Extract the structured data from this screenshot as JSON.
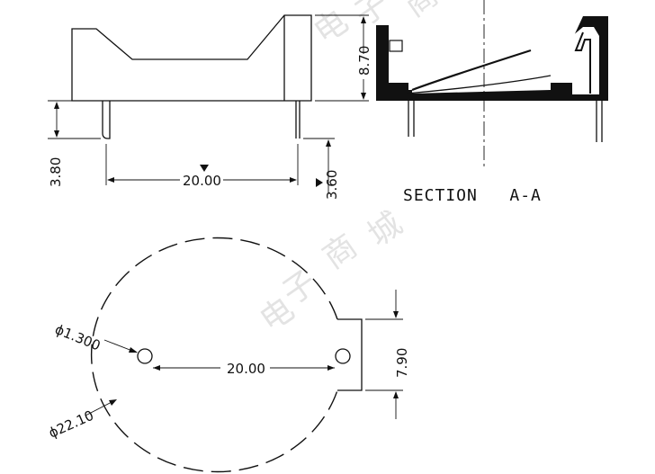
{
  "side_view": {
    "dim_pin_length": "3.80",
    "dim_pitch": "20.00",
    "dim_right_pin": "3.60",
    "dim_height": "8.70"
  },
  "section": {
    "label": "SECTION   A-A"
  },
  "footprint": {
    "dim_hole": "ϕ1.300",
    "dim_pitch": "20.00",
    "dim_gap": "7.90",
    "dim_outline": "ϕ22.10"
  },
  "watermark": {
    "chars": [
      "电",
      "子",
      "商",
      "城"
    ]
  }
}
